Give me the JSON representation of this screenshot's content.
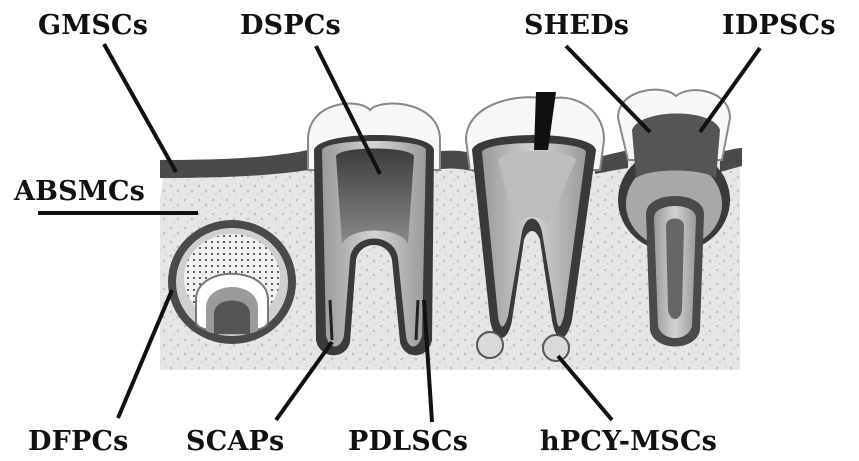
{
  "figure": {
    "labels": {
      "gmscs": "GMSCs",
      "dspcs": "DSPCs",
      "sheds": "SHEDs",
      "idpscs": "IDPSCs",
      "absmcs": "ABSMCs",
      "dfpcs": "DFPCs",
      "scaps": "SCAPs",
      "pdlscs": "PDLSCs",
      "hpcy_mscs": "hPCY-MSCs"
    }
  }
}
